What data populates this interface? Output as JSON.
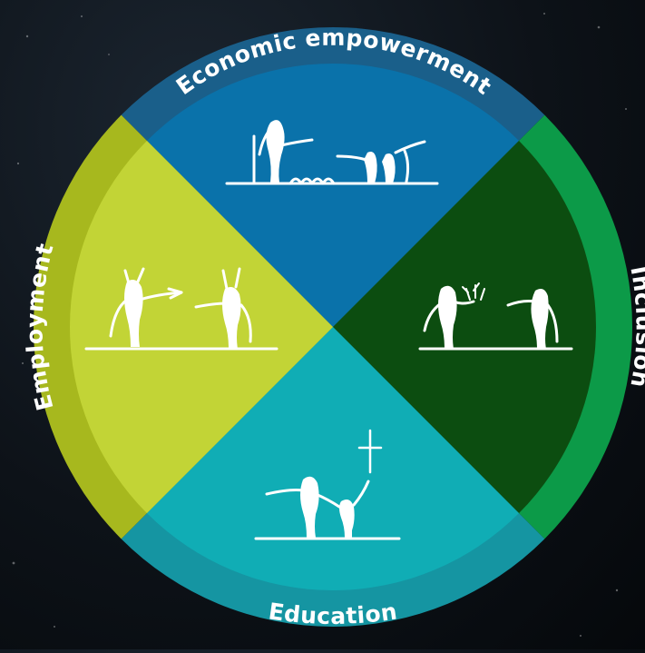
{
  "segments": {
    "top": {
      "label": "Economic empowerment",
      "outer_color": "#1a5f8a",
      "inner_color": "#0a72aa"
    },
    "right": {
      "label": "Inclusion",
      "outer_color": "#0c9a48",
      "inner_color": "#0c4d10"
    },
    "bottom": {
      "label": "Education",
      "outer_color": "#1595a2",
      "inner_color": "#10adb5"
    },
    "left": {
      "label": "Employment",
      "outer_color": "#a7b81e",
      "inner_color": "#c2d436"
    }
  },
  "icons": {
    "top": "rock-art-figures-canoe-icon",
    "right": "rock-art-figures-fire-exchange-icon",
    "bottom": "rock-art-figures-star-icon",
    "left": "rock-art-figures-spear-icon"
  },
  "background_color": "#0d1218"
}
